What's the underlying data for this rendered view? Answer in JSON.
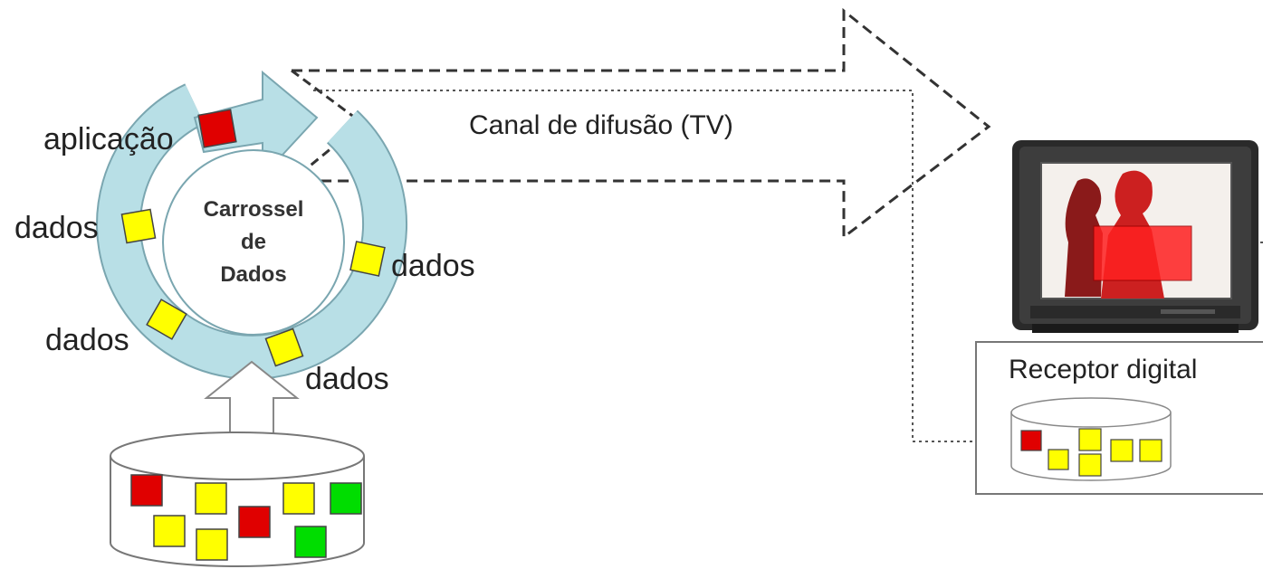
{
  "carousel": {
    "title_line1": "Carrossel",
    "title_line2": "de",
    "title_line3": "Dados"
  },
  "labels": {
    "application": "aplicação",
    "data_left_top": "dados",
    "data_left_bottom": "dados",
    "data_right": "dados",
    "data_bottom": "dados",
    "broadcast_channel": "Canal de difusão (TV)",
    "receiver": "Receptor digital"
  },
  "colors": {
    "application_block": "#e00000",
    "data_block": "#ffff00",
    "other_block": "#00dd00",
    "carousel_ring": "#b8dfe6",
    "tv_body": "#2a2a2a",
    "overlay": "#ff2020"
  },
  "icons": {
    "tv": "television-icon",
    "database": "cylinder-storage-icon",
    "carousel": "circular-arrow-icon"
  }
}
